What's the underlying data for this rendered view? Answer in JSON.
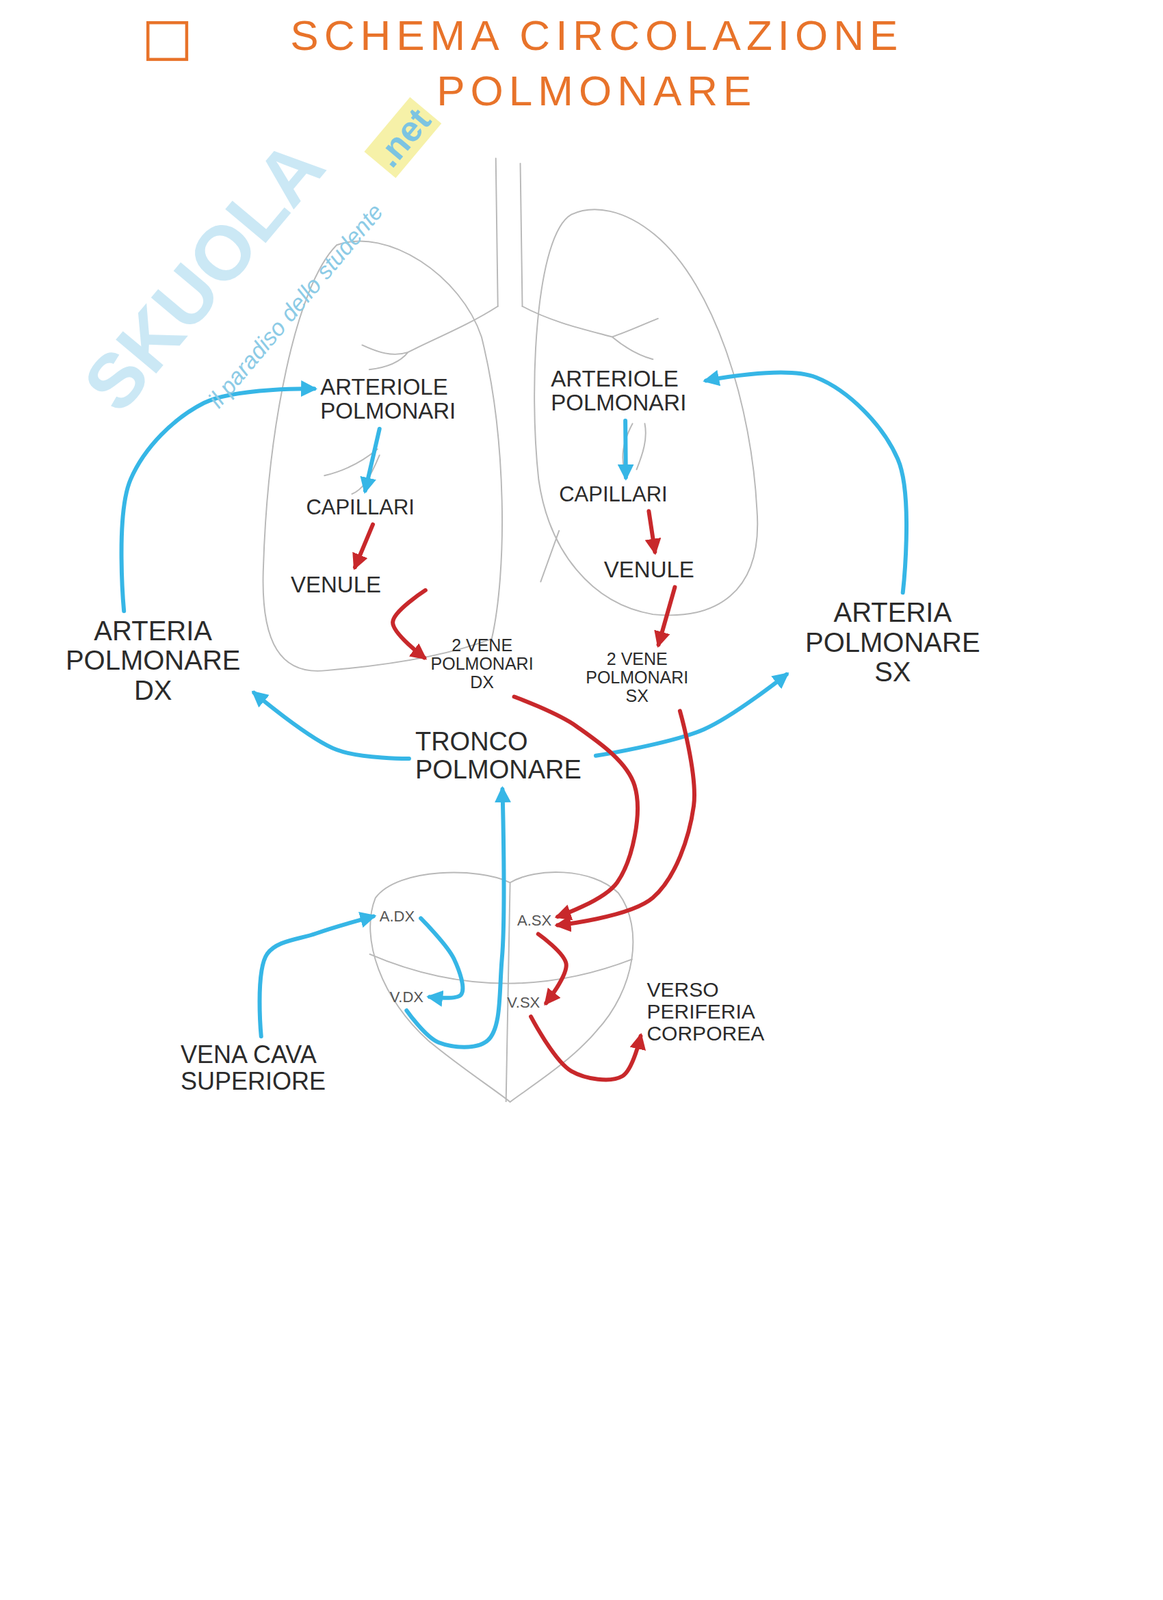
{
  "diagram": {
    "title": "SCHEMA CIRCOLAZIONE POLMONARE",
    "nodes": [
      {
        "text": [
          "ARTERIOLE POLMONARI"
        ]
      },
      {
        "text": [
          "ARTERIOLE POLMONARI"
        ]
      },
      {
        "text": [
          "CAPILLARI"
        ]
      },
      {
        "text": [
          "CAPILLARI"
        ]
      },
      {
        "text": [
          "VENULE"
        ]
      },
      {
        "text": [
          "VENULE"
        ]
      },
      {
        "text": [
          "ARTERIA POLMONARE DX"
        ]
      },
      {
        "text": [
          "2 VENE POLMONARI DX"
        ]
      },
      {
        "text": [
          "2 VENE POLMONARI SX"
        ]
      },
      {
        "text": [
          "ARTERIA POLMONARE SX"
        ]
      },
      {
        "text": [
          "TRONCO POLMONARE"
        ]
      },
      {
        "text": [
          "A.DX"
        ]
      },
      {
        "text": [
          "A.SX"
        ]
      },
      {
        "text": [
          "V.DX"
        ]
      },
      {
        "text": [
          "V.SX"
        ]
      },
      {
        "text": [
          "VERSO PERIFERIA CORPOREA"
        ]
      },
      {
        "text": [
          "VENA CAVA SUPERIORE"
        ]
      }
    ],
    "edges": [
      {
        "from": 16,
        "to": 11,
        "arrow": "to"
      },
      {
        "from": 11,
        "to": 13,
        "arrow": "to"
      },
      {
        "from": 13,
        "to": 10,
        "arrow": "to"
      },
      {
        "from": 10,
        "to": 6,
        "arrow": "to"
      },
      {
        "from": 10,
        "to": 9,
        "arrow": "to"
      },
      {
        "from": 6,
        "to": 0,
        "arrow": "to"
      },
      {
        "from": 9,
        "to": 1,
        "arrow": "to"
      },
      {
        "from": 0,
        "to": 2,
        "arrow": "to"
      },
      {
        "from": 1,
        "to": 3,
        "arrow": "to"
      },
      {
        "from": 2,
        "to": 4,
        "arrow": "to"
      },
      {
        "from": 3,
        "to": 5,
        "arrow": "to"
      },
      {
        "from": 4,
        "to": 7,
        "arrow": "to"
      },
      {
        "from": 5,
        "to": 8,
        "arrow": "to"
      },
      {
        "from": 7,
        "to": 12,
        "arrow": "to"
      },
      {
        "from": 8,
        "to": 12,
        "arrow": "to"
      },
      {
        "from": 12,
        "to": 14,
        "arrow": "to"
      },
      {
        "from": 14,
        "to": 15,
        "arrow": "to"
      }
    ],
    "labels": [
      "SKUOLA",
      ".net",
      "il paradiso dello studente"
    ]
  }
}
